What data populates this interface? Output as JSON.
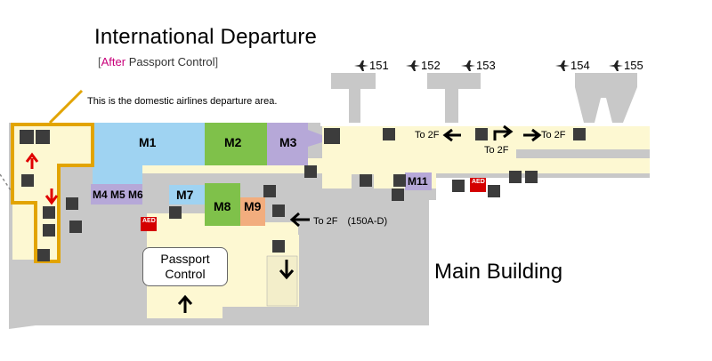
{
  "header": {
    "title": "International Departure",
    "subtitle_open": "[",
    "subtitle_after": "After",
    "subtitle_rest": " Passport Control",
    "subtitle_close": "]"
  },
  "note": "This is the domestic airlines departure area.",
  "building_label": "Main Building",
  "passport_control": {
    "line1": "Passport",
    "line2": "Control"
  },
  "gates": [
    "151",
    "152",
    "153",
    "154",
    "155"
  ],
  "zones": {
    "m1": "M1",
    "m2": "M2",
    "m3": "M3",
    "m4": "M4",
    "m5": "M5",
    "m6": "M6",
    "m7": "M7",
    "m8": "M8",
    "m9": "M9",
    "m11": "M11"
  },
  "directions": {
    "to2f_a": "To 2F",
    "to2f_b": "To 2F",
    "to2f_c": "To 2F",
    "to2f_d": "To 2F　(150A-D)"
  },
  "aed": "AED",
  "colors": {
    "corridor": "#fdf8d2",
    "gray": "#c8c8c8",
    "m1": "#9fd3f2",
    "m2": "#7fc14a",
    "purple": "#b6a8d8",
    "m9": "#f2ad7e",
    "domestic_outline": "#e2a400",
    "arrow_red": "#e00000"
  }
}
